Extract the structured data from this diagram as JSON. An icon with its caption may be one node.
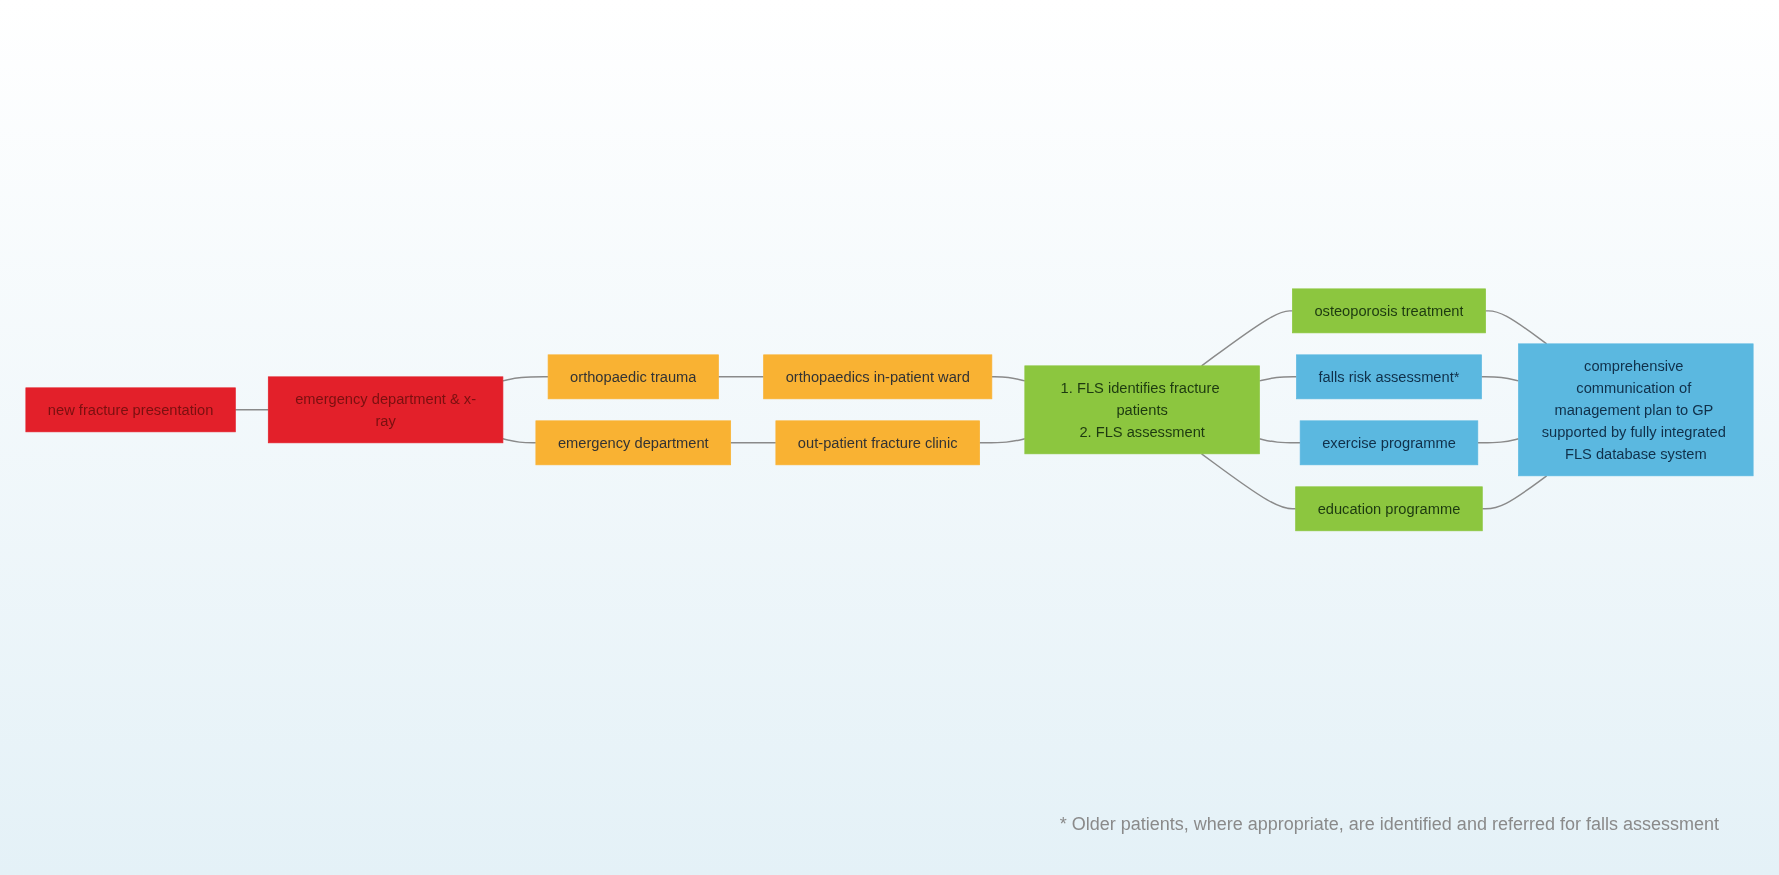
{
  "diagram": {
    "nodes": [
      {
        "text": [
          "new fracture presentation"
        ]
      },
      {
        "text": [
          "emergency department & x-ray"
        ]
      },
      {
        "text": [
          "orthopaedic trauma"
        ]
      },
      {
        "text": [
          "orthopaedics in-patient ward"
        ]
      },
      {
        "text": [
          "emergency department"
        ]
      },
      {
        "text": [
          "out-patient fracture clinic"
        ]
      },
      {
        "text": [
          "1. FLS identifies fracture patients",
          "2. FLS assessment"
        ]
      },
      {
        "text": [
          "osteoporosis treatment"
        ]
      },
      {
        "text": [
          "falls risk assessment*"
        ]
      },
      {
        "text": [
          "exercise programme"
        ]
      },
      {
        "text": [
          "education programme"
        ]
      },
      {
        "text": [
          "comprehensive communication of management plan to GP supported by fully integrated FLS database system"
        ]
      }
    ],
    "edges": [
      {
        "from": 0,
        "to": 1,
        "arrow": "none"
      },
      {
        "from": 1,
        "to": 2,
        "arrow": "none"
      },
      {
        "from": 1,
        "to": 4,
        "arrow": "none"
      },
      {
        "from": 2,
        "to": 3,
        "arrow": "none"
      },
      {
        "from": 4,
        "to": 5,
        "arrow": "none"
      },
      {
        "from": 3,
        "to": 6,
        "arrow": "none"
      },
      {
        "from": 5,
        "to": 6,
        "arrow": "none"
      },
      {
        "from": 6,
        "to": 7,
        "arrow": "none"
      },
      {
        "from": 6,
        "to": 8,
        "arrow": "none"
      },
      {
        "from": 6,
        "to": 9,
        "arrow": "none"
      },
      {
        "from": 6,
        "to": 10,
        "arrow": "none"
      },
      {
        "from": 7,
        "to": 11,
        "arrow": "none"
      },
      {
        "from": 8,
        "to": 11,
        "arrow": "none"
      },
      {
        "from": 9,
        "to": 11,
        "arrow": "none"
      },
      {
        "from": 10,
        "to": 11,
        "arrow": "none"
      }
    ],
    "labels": [
      "* Older patients, where appropriate, are identified and referred for falls assessment"
    ]
  }
}
